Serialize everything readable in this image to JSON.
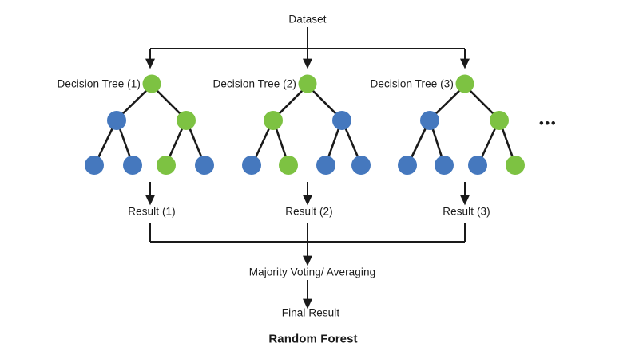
{
  "diagram": {
    "title_caption": "Random Forest",
    "root_label": "Dataset",
    "ensemble_label": "Majority Voting/ Averaging",
    "final_label": "Final Result",
    "ellipsis": "•••",
    "colors": {
      "green": "#7DC242",
      "blue": "#4578BE",
      "line": "#1a1a1a",
      "background": "#ffffff",
      "text": "#1a1a1a"
    },
    "trees": [
      {
        "label": "Decision Tree (1)",
        "result_label": "Result (1)",
        "root_color": "green",
        "level2_colors": [
          "blue",
          "green"
        ],
        "leaf_colors": [
          "blue",
          "blue",
          "green",
          "blue"
        ]
      },
      {
        "label": "Decision Tree (2)",
        "result_label": "Result (2)",
        "root_color": "green",
        "level2_colors": [
          "green",
          "blue"
        ],
        "leaf_colors": [
          "blue",
          "green",
          "blue",
          "blue"
        ]
      },
      {
        "label": "Decision Tree (3)",
        "result_label": "Result (3)",
        "root_color": "green",
        "level2_colors": [
          "blue",
          "green"
        ],
        "leaf_colors": [
          "blue",
          "blue",
          "blue",
          "green"
        ]
      }
    ]
  }
}
